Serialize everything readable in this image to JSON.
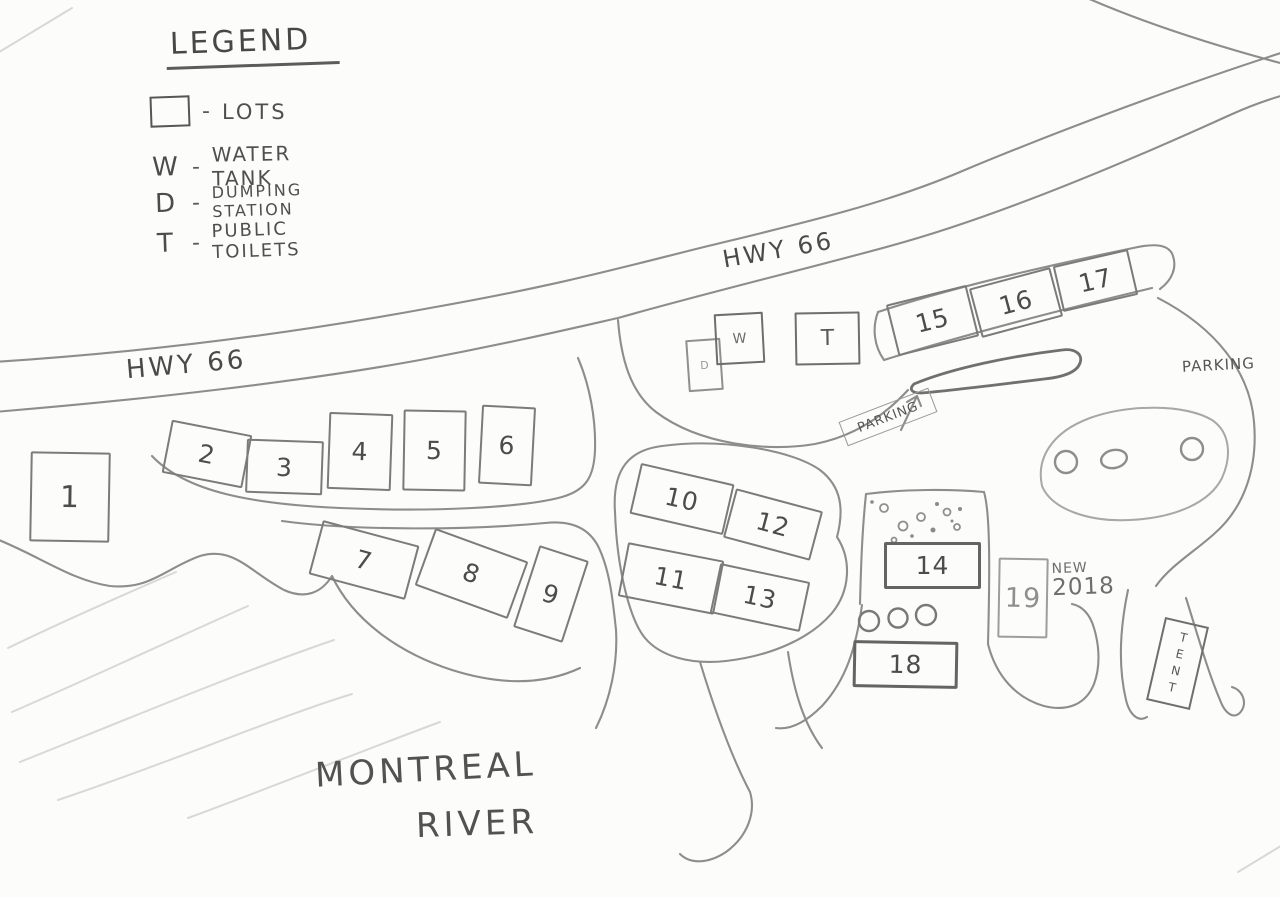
{
  "legend": {
    "title": "LEGEND",
    "dash": "-",
    "items": [
      {
        "symbol": "□",
        "label": "LOTS"
      },
      {
        "symbol": "W",
        "label": "WATER TANK"
      },
      {
        "symbol": "D",
        "label": "DUMPING STATION"
      },
      {
        "symbol": "T",
        "label": "PUBLIC TOILETS"
      }
    ]
  },
  "roads": {
    "hwy_label_top": "HWY 66",
    "hwy_label_left": "HWY 66"
  },
  "areas": {
    "parking_right": "PARKING",
    "parking_mid": "PARKING",
    "river_line1": "MONTREAL",
    "river_line2": "RIVER",
    "tent": "TENT",
    "new_note_line1": "NEW",
    "new_note_line2": "2018"
  },
  "utilities": [
    {
      "code": "D",
      "name": "dumping-station"
    },
    {
      "code": "W",
      "name": "water-tank"
    },
    {
      "code": "T",
      "name": "public-toilets"
    }
  ],
  "lots": [
    {
      "number": "1"
    },
    {
      "number": "2"
    },
    {
      "number": "3"
    },
    {
      "number": "4"
    },
    {
      "number": "5"
    },
    {
      "number": "6"
    },
    {
      "number": "7"
    },
    {
      "number": "8"
    },
    {
      "number": "9"
    },
    {
      "number": "10"
    },
    {
      "number": "11"
    },
    {
      "number": "12"
    },
    {
      "number": "13"
    },
    {
      "number": "14"
    },
    {
      "number": "15"
    },
    {
      "number": "16"
    },
    {
      "number": "17"
    },
    {
      "number": "18"
    },
    {
      "number": "19"
    }
  ],
  "colors": {
    "pencil": "#8d8d8d",
    "pencil_dark": "#707070",
    "pencil_faint": "#d8d8d8",
    "ink": "#4a4a4a",
    "paper": "#fcfcfb"
  }
}
